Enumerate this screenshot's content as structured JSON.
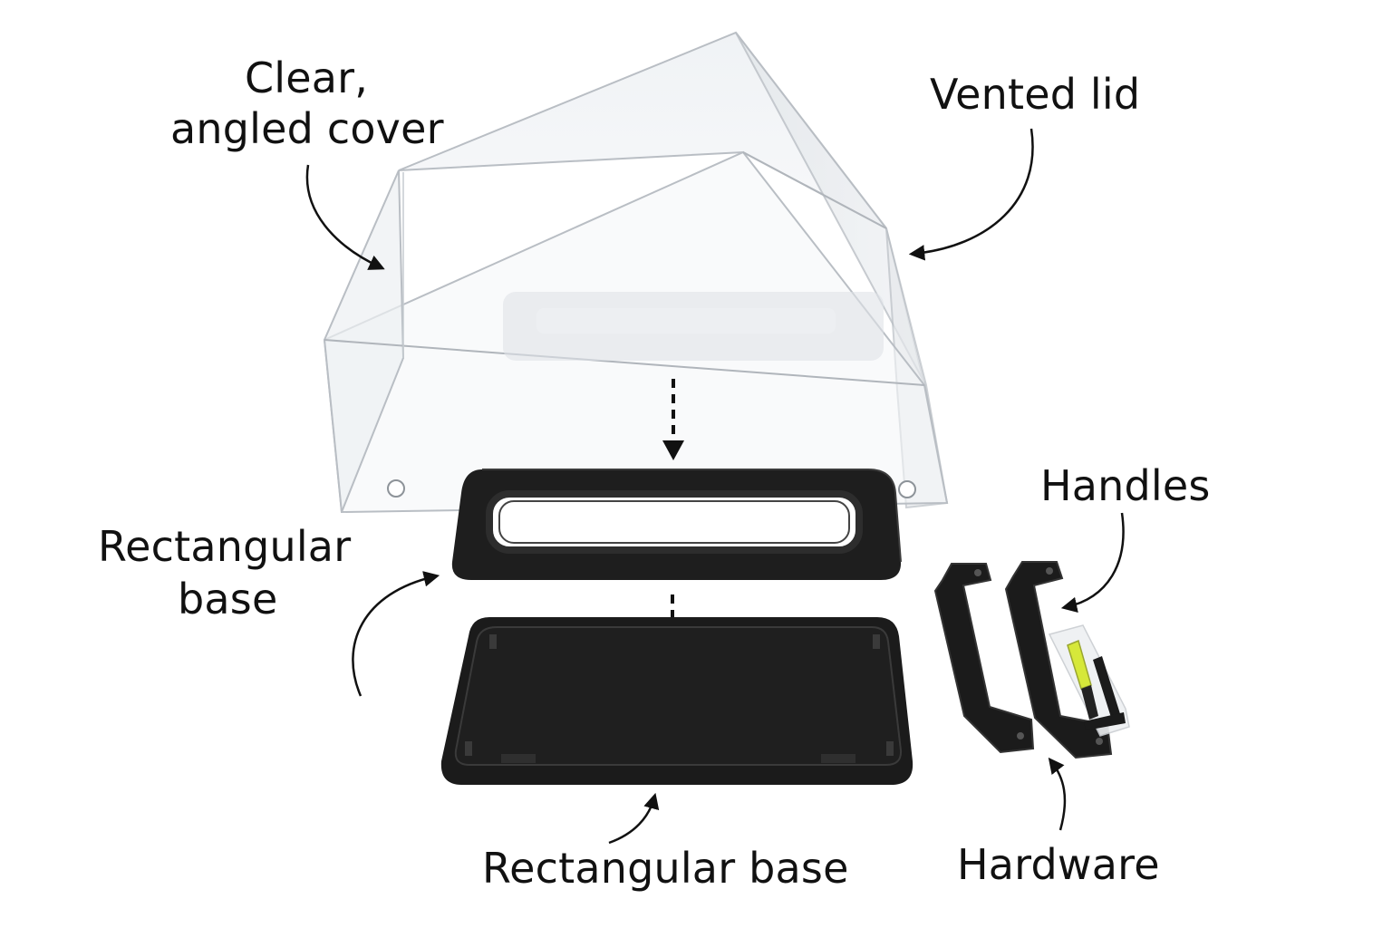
{
  "labels": {
    "clear_cover_line1": "Clear,",
    "clear_cover_line2": "angled cover",
    "vented_lid": "Vented lid",
    "handles": "Handles",
    "rect_base_side_line1": "Rectangular",
    "rect_base_side_line2": "base",
    "rect_base_bottom": "Rectangular base",
    "hardware": "Hardware"
  },
  "colors": {
    "background": "#ffffff",
    "text": "#111111",
    "part_black": "#1b1b1b",
    "cover_edge": "#b9bec4",
    "accent_yellow": "#d6e83a"
  }
}
